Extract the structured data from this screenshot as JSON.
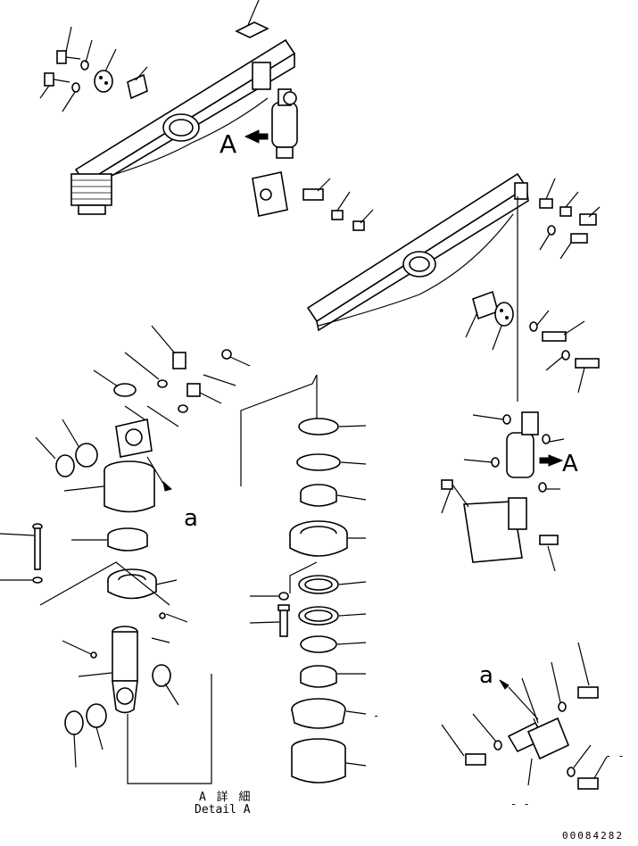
{
  "labels": {
    "view_a_top": "A",
    "view_a_right": "A",
    "ref_a_left": "a",
    "ref_a_bottom": "a",
    "detail_jp": "A 詳 細",
    "detail_en": "Detail A",
    "doc_number": "00084282",
    "dash_mark_1": "-",
    "dash_mark_2": "- -",
    "dash_mark_3": "- -"
  }
}
